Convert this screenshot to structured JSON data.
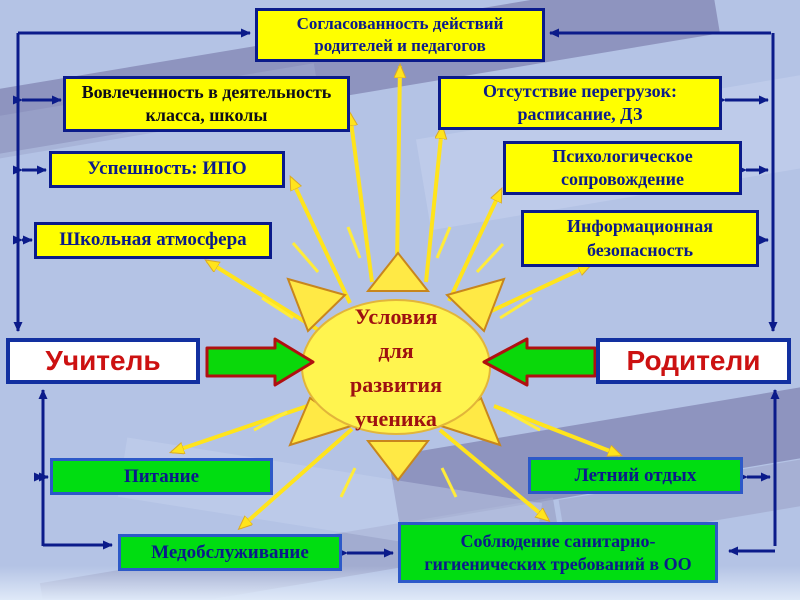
{
  "slide": {
    "sun": {
      "label": "Условия\nдля\nразвития\nученика"
    },
    "top_box": {
      "label": "Согласованность действий родителей и педагогов"
    },
    "left_boxes": [
      {
        "label": "Вовлеченность в деятельность класса, школы"
      },
      {
        "label": "Успешность: ИПО"
      },
      {
        "label": "Школьная атмосфера"
      }
    ],
    "right_boxes": [
      {
        "label": "Отсутствие перегрузок: расписание, ДЗ"
      },
      {
        "label": "Психологическое сопровождение"
      },
      {
        "label": "Информационная безопасность"
      }
    ],
    "actors": {
      "teacher": "Учитель",
      "parents": "Родители"
    },
    "green_boxes": [
      {
        "label": "Питание"
      },
      {
        "label": "Летний отдых"
      },
      {
        "label": "Медобслуживание"
      },
      {
        "label": "Соблюдение санитарно-гигиенических требований в ОО"
      }
    ],
    "colors": {
      "background": "#b4c3e5",
      "stripe": "#8e94bf",
      "condition_fill": "#ffff00",
      "condition_border": "#0b1b8a",
      "service_fill": "#00dd11",
      "service_border": "#2d59c8",
      "actor_text": "#cc1111",
      "sun_fill": "#fff44f",
      "sun_text": "#9e1111",
      "green_arrow": "#0ad80a",
      "green_arrow_outline": "#b01010",
      "yellow_arrow": "#ffe41c",
      "connector": "#0b1b8a"
    }
  }
}
